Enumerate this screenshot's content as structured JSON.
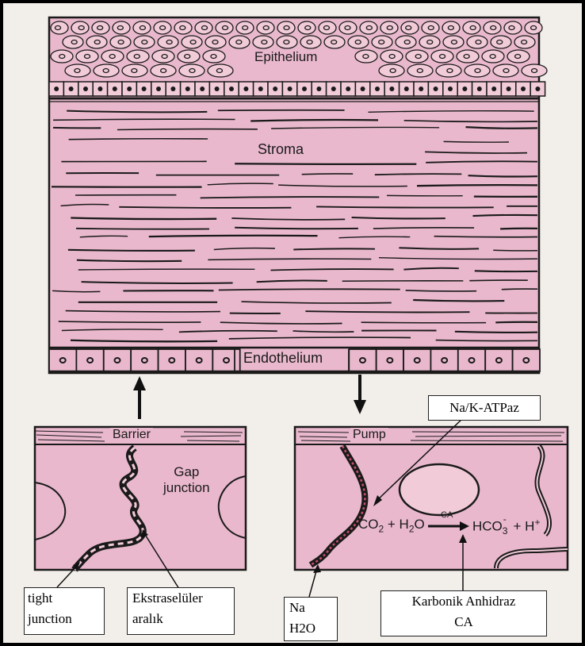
{
  "labels": {
    "epithelium": "Epithelium",
    "stroma": "Stroma",
    "endothelium": "Endothelium",
    "barrier": "Barrier",
    "pump": "Pump",
    "gap_junction_line1": "Gap",
    "gap_junction_line2": "junction",
    "reaction": {
      "co": "CO",
      "two_a": "2",
      "plus_h2": " + H",
      "two_b": "2",
      "o": "O",
      "ca_over_arrow": "CA",
      "hco": "HCO",
      "three": "3",
      "minus": "-",
      "plus_h": " + H",
      "plus": "+"
    }
  },
  "annotations": {
    "na_k_atpaz": "Na/K-ATPaz",
    "tight_junction_line1": "tight",
    "tight_junction_line2": "junction",
    "ekstraseluler_line1": "Ekstraselüler",
    "ekstraseluler_line2": "aralık",
    "na": "Na",
    "h2o": "H2O",
    "karbonik_line1": "Karbonik Anhidraz",
    "karbonik_line2": "CA"
  },
  "colors": {
    "tissue_pink": "#e9b8cc",
    "cell_pink": "#f1cbd8",
    "ink": "#1a1a1a",
    "page": "#f2eeea",
    "frame": "#000000"
  }
}
